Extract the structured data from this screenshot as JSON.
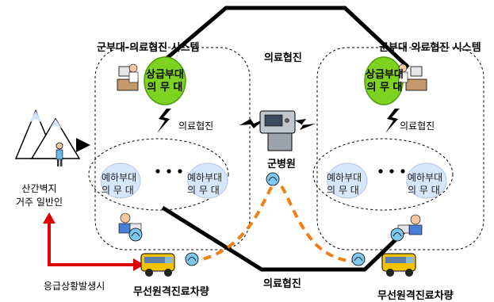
{
  "systems": {
    "left_title": "군부대-의료협진 시스템",
    "right_title": "군부대 의료협진 시스템"
  },
  "links": {
    "top": "의료협진",
    "bottom": "의료협진",
    "left_inner": "의료협진",
    "right_inner": "의료협진"
  },
  "units": {
    "left_upper": [
      "상급부대",
      "의 무 대"
    ],
    "right_upper": [
      "상급부대",
      "의 무 대"
    ],
    "subordinate": [
      "예하부대",
      "의 무 대"
    ]
  },
  "hospital": "군병원",
  "civilian": [
    "산간벽지",
    "거주 일반인"
  ],
  "emergency": "응급상황발생시",
  "vehicle_left": "무선원격진료차량",
  "vehicle_right": "무선원격진료차량",
  "colors": {
    "unit_green": "#7ed321",
    "sub_blue": "#d6e6fb",
    "orange_link": "#f07f16",
    "red_arrow": "#e00000",
    "truck_yellow": "#f2c300"
  }
}
